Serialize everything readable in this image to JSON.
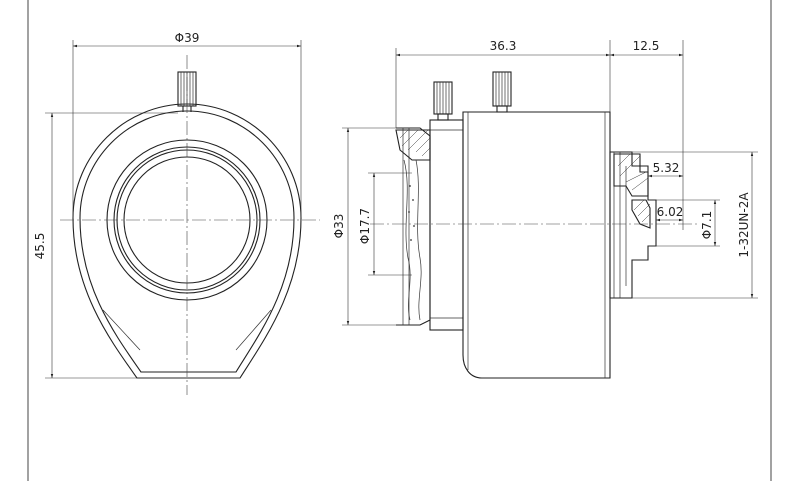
{
  "dimensions": {
    "diameter_39": "Φ39",
    "length_36_3": "36.3",
    "length_12_5": "12.5",
    "height_45_5": "45.5",
    "diameter_33": "Φ33",
    "diameter_17_7": "Φ17.7",
    "length_5_32": "5.32",
    "length_6_02": "6.02",
    "diameter_7_1": "Φ7.1",
    "thread_spec": "1-32UN-2A"
  }
}
